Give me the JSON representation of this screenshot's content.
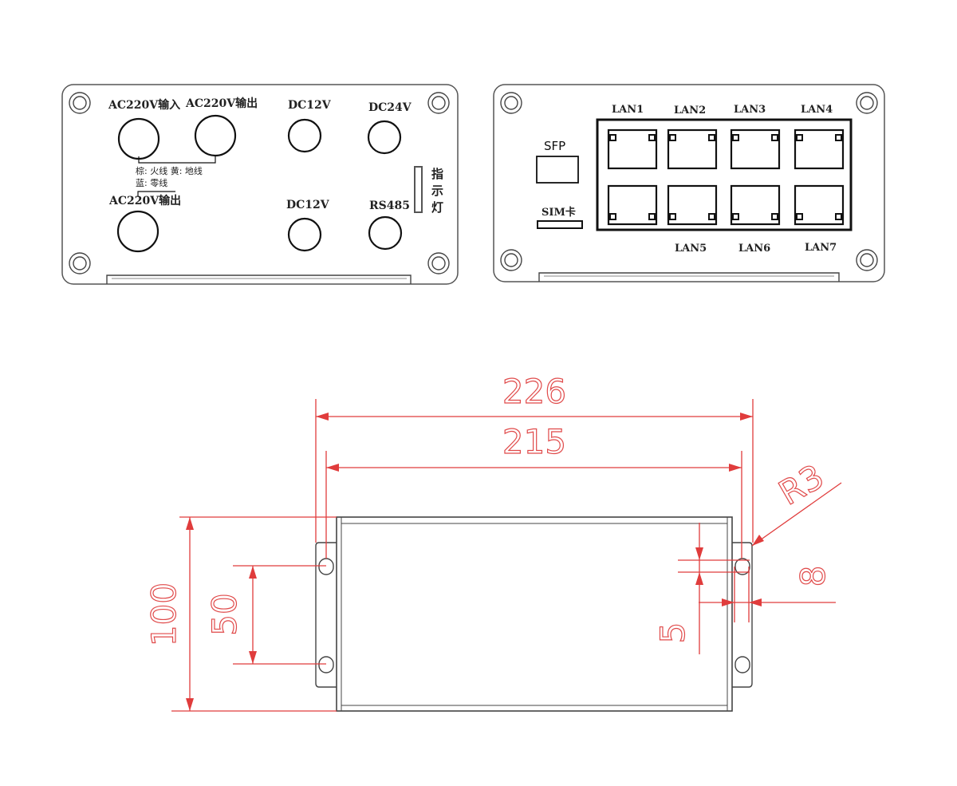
{
  "left_panel": {
    "ac_in": "AC220V输入",
    "ac_out_top": "AC220V输出",
    "ac_out_bottom": "AC220V输出",
    "dc12_top": "DC12V",
    "dc24": "DC24V",
    "dc12_bottom": "DC12V",
    "rs485": "RS485",
    "wiring_line1": "棕: 火线  黄: 地线",
    "wiring_line2": "蓝: 零线",
    "indicator_1": "指",
    "indicator_2": "示",
    "indicator_3": "灯"
  },
  "right_panel": {
    "sfp": "SFP",
    "sim": "SIM卡",
    "lan_top": [
      "LAN1",
      "LAN2",
      "LAN3",
      "LAN4"
    ],
    "lan_bottom": [
      "LAN5",
      "LAN6",
      "LAN7"
    ]
  },
  "dimensions": {
    "overall_length": "226",
    "mount_spacing": "215",
    "corner_radius": "R3",
    "height": "100",
    "hole_spacing": "50",
    "slot_width": "8",
    "slot_height": "5"
  },
  "colors": {
    "dimension_line": "#e03c3c",
    "outline": "#555555"
  }
}
